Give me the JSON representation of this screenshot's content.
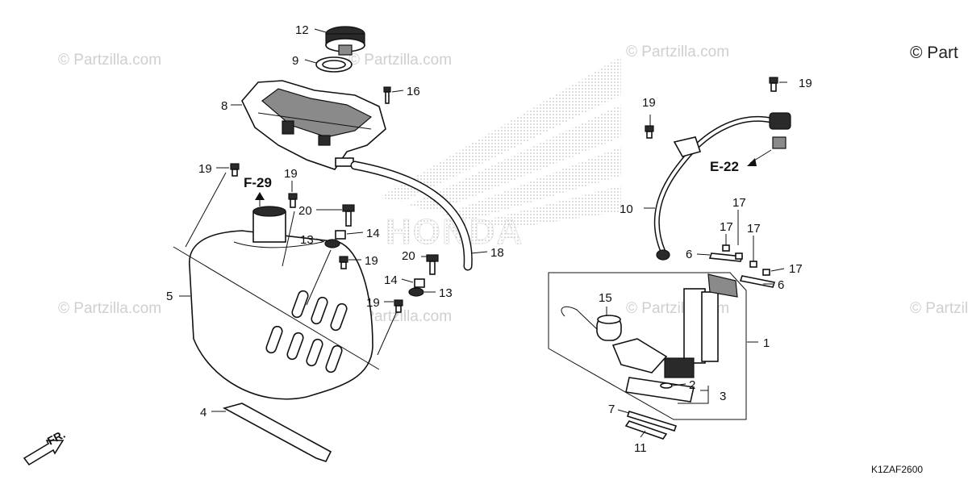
{
  "watermark": {
    "text": "© Partzilla.com",
    "corner_text": "© Part"
  },
  "brand_mark": {
    "word": "HONDA",
    "color": "#d8d8d8"
  },
  "diagram_code": "K1ZAF2600",
  "front_indicator": "FR.",
  "references": [
    "F-29",
    "E-22"
  ],
  "callouts": [
    "12",
    "9",
    "16",
    "8",
    "19",
    "19",
    "20",
    "14",
    "13",
    "19",
    "5",
    "20",
    "14",
    "13",
    "19",
    "18",
    "4",
    "19",
    "19",
    "10",
    "17",
    "17",
    "17",
    "6",
    "17",
    "6",
    "15",
    "1",
    "2",
    "3",
    "7",
    "11"
  ]
}
